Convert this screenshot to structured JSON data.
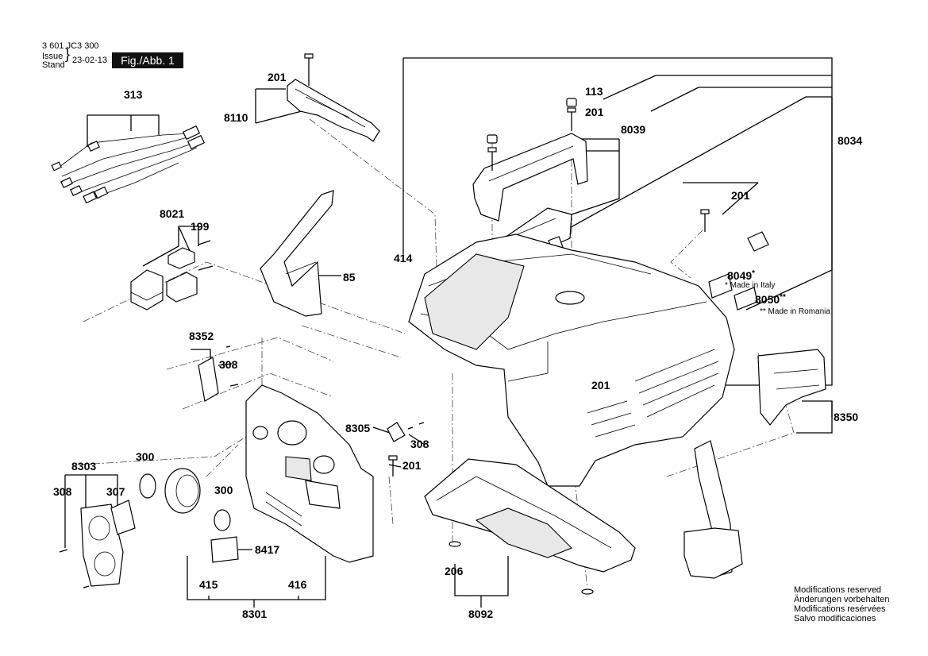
{
  "header": {
    "doc_number": "3 601 JC3 300",
    "issue_label": "Issue",
    "stand_label": "Stand",
    "date": "23-02-13",
    "fig_label": "Fig./Abb. 1"
  },
  "part_numbers": {
    "p313": "313",
    "p201_top": "201",
    "p8110": "8110",
    "p113": "113",
    "p201_handle": "201",
    "p8039": "8039",
    "p8034": "8034",
    "p201_right": "201",
    "p8021": "8021",
    "p199": "199",
    "p85": "85",
    "p414": "414",
    "p8049": "8049",
    "p8049_mark": "*",
    "p8050": "8050",
    "p8050_mark": "**",
    "p8352": "8352",
    "p308_a": "308",
    "p201_front": "201",
    "p8305": "8305",
    "p308_b": "308",
    "p201_bottom": "201",
    "p8350": "8350",
    "p8303": "8303",
    "p300_a": "300",
    "p308_c": "308",
    "p307": "307",
    "p300_b": "300",
    "p8417": "8417",
    "p415": "415",
    "p416": "416",
    "p8301": "8301",
    "p206": "206",
    "p8092": "8092"
  },
  "notes": {
    "made_in_italy": "* Made in Italy",
    "made_in_romania": "** Made in Romania"
  },
  "modifications": [
    "Modifications reserved",
    "Änderungen vorbehalten",
    "Modifications resérvées",
    "Salvo modificaciones"
  ],
  "icons": [
    "screw-icon",
    "cable-harness-icon",
    "switch-icon",
    "knob-icon",
    "filter-icon",
    "hose-holder-icon"
  ]
}
